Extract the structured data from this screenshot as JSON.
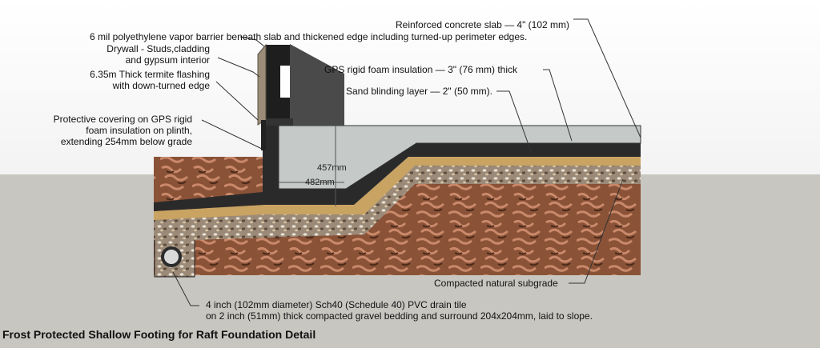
{
  "diagram": {
    "title": "Frost Protected Shallow Footing for Raft Foundation Detail",
    "dim_457": "457mm",
    "dim_482": "482mm",
    "labels": {
      "concrete_slab": "Reinforced concrete slab — 4\" (102 mm)",
      "vapor_barrier": "6 mil polyethylene vapor barrier beneath slab and thickened edge including turned-up perimeter edges.",
      "drywall_line1": "Drywall - Studs,cladding",
      "drywall_line2": "and gypsum interior",
      "flashing_line1": "6.35m Thick termite flashing",
      "flashing_line2": "with down-turned edge",
      "gps_foam": "GPS rigid foam insulation — 3\" (76 mm) thick",
      "sand_blinding": "Sand blinding layer — 2\" (50 mm).",
      "protective_line1": "Protective covering on GPS rigid",
      "protective_line2": "foam insulation on plinth,",
      "protective_line3": "extending 254mm below grade",
      "subgrade": "Compacted natural subgrade",
      "drain_line1": "4 inch (102mm diameter) Sch40 (Schedule 40) PVC drain tile",
      "drain_line2": "on 2 inch (51mm) thick compacted gravel bedding and surround 204x204mm, laid to slope."
    },
    "colors": {
      "soil": "#8a5237",
      "foam": "#2a2a2a",
      "sand": "#c8a362",
      "concrete": "#c5c9c8",
      "ground": "#c7c6c1"
    }
  }
}
